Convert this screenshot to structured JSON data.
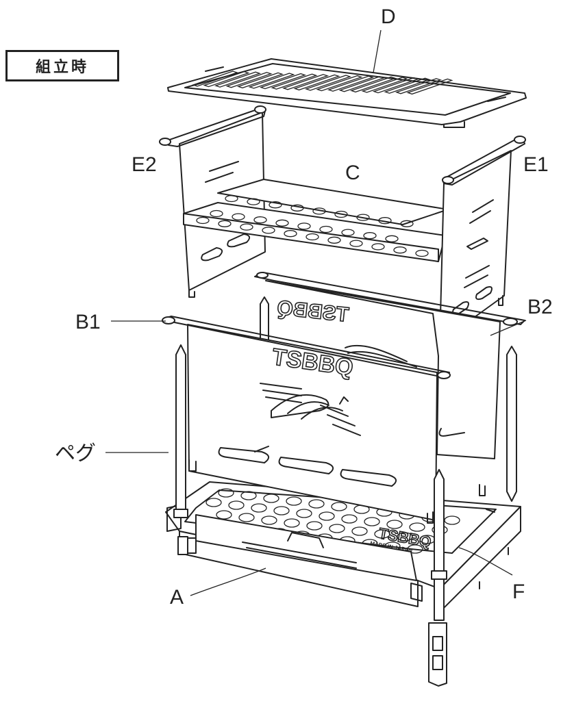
{
  "badge": "組立時",
  "labels": {
    "D": "D",
    "C": "C",
    "E1": "E1",
    "E2": "E2",
    "B1": "B1",
    "B2": "B2",
    "peg": "ペグ",
    "A": "A",
    "F": "F"
  },
  "brand": "TSBBQ",
  "made_in": "MADE IN JAPAN"
}
